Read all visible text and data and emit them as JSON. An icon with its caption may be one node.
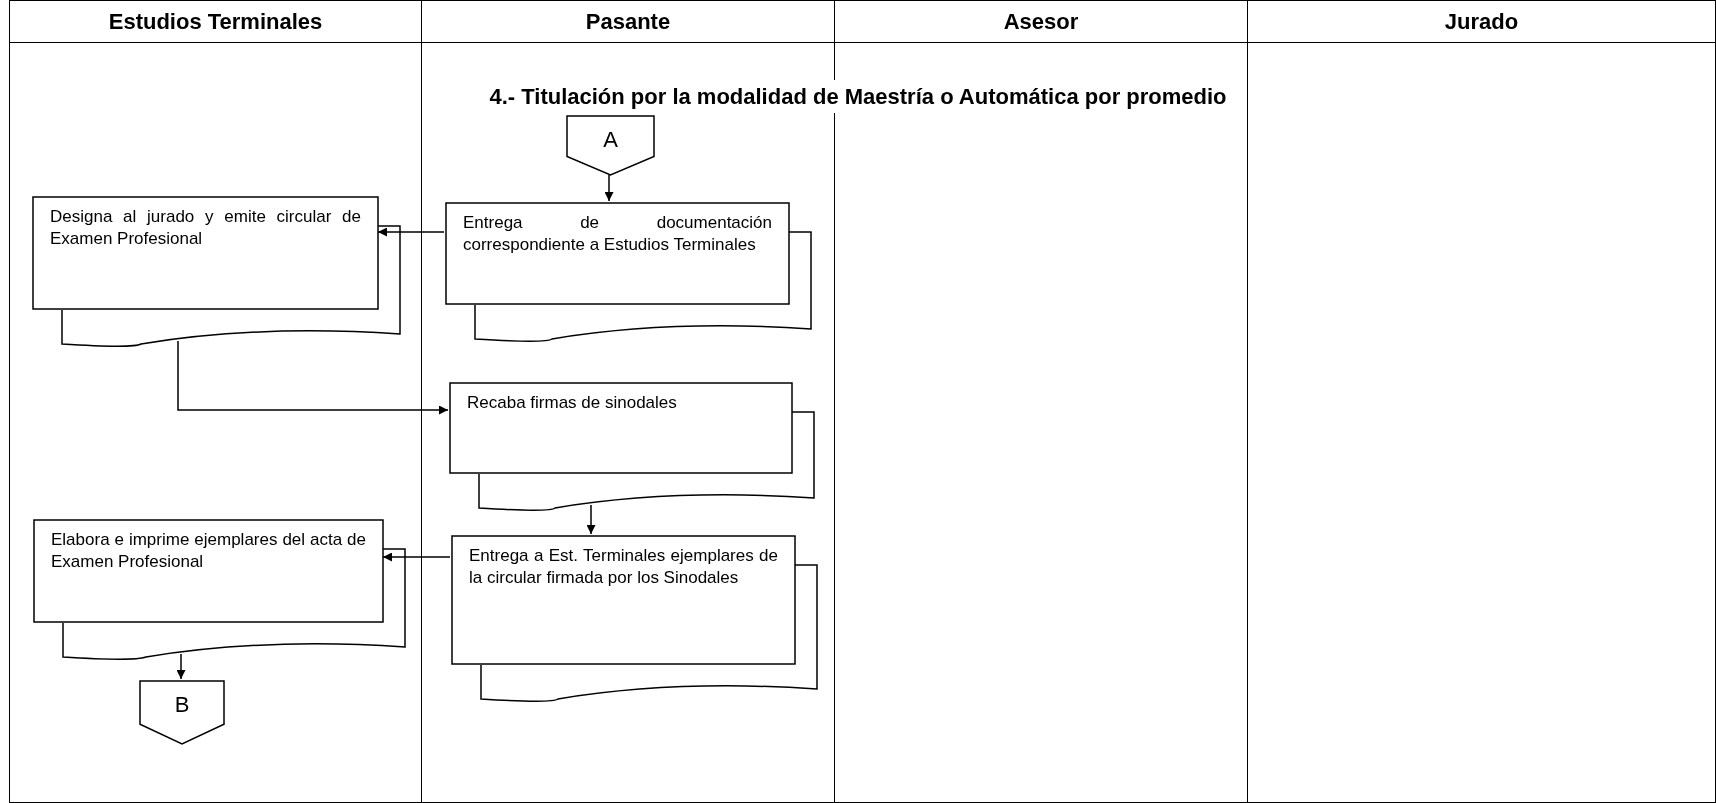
{
  "diagram": {
    "title": "4.- Titulación por la modalidad de Maestría o Automática por promedio",
    "nodes": [
      {
        "text": [
          "Estudios Terminales"
        ]
      },
      {
        "text": [
          "Pasante"
        ]
      },
      {
        "text": [
          "Asesor"
        ]
      },
      {
        "text": [
          "Jurado"
        ]
      },
      {
        "text": [
          "A"
        ],
        "in": 1
      },
      {
        "text": [
          "Entrega de documentación correspondiente a Estudios Terminales"
        ],
        "in": 1
      },
      {
        "text": [
          "Designa al jurado y emite circular de Examen Profesional"
        ],
        "in": 0
      },
      {
        "text": [
          "Recaba firmas de sinodales"
        ],
        "in": 1
      },
      {
        "text": [
          "Entrega a Est. Terminales ejemplares de la circular firmada por los Sinodales"
        ],
        "in": 1
      },
      {
        "text": [
          "Elabora e imprime ejemplares del acta de Examen Profesional"
        ],
        "in": 0
      },
      {
        "text": [
          "B"
        ],
        "in": 0
      }
    ],
    "edges": [
      {
        "from": 4,
        "to": 5,
        "arrow": "to"
      },
      {
        "from": 5,
        "to": 6,
        "arrow": "to"
      },
      {
        "from": 6,
        "to": 7,
        "arrow": "to"
      },
      {
        "from": 7,
        "to": 8,
        "arrow": "to"
      },
      {
        "from": 8,
        "to": 9,
        "arrow": "to"
      },
      {
        "from": 9,
        "to": 10,
        "arrow": "to"
      }
    ]
  }
}
